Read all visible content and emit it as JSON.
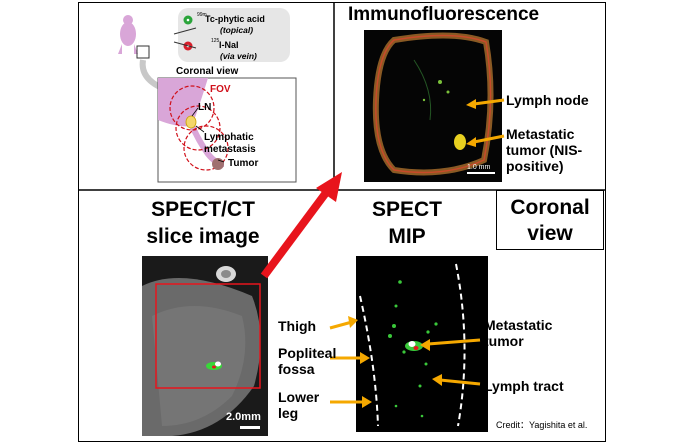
{
  "schematic": {
    "tracer1_label": "Tc-phytic acid",
    "tracer1_isotope": "99m",
    "tracer1_route": "(topical)",
    "tracer2_label": "I-NaI",
    "tracer2_isotope": "125",
    "tracer2_route": "(via vein)",
    "view_title": "Coronal view",
    "fov_label": "FOV",
    "ln_label": "LN",
    "metastasis_label_1": "Lymphatic",
    "metastasis_label_2": "metastasis",
    "tumor_label": "Tumor"
  },
  "immuno": {
    "title": "Immunofluorescence",
    "lymph_node_label": "Lymph node",
    "metastatic_label_1": "Metastatic",
    "metastatic_label_2": "tumor (NIS-",
    "metastatic_label_3": "positive)",
    "scale_label": "1.0 mm"
  },
  "spectct": {
    "title_1": "SPECT/CT",
    "title_2": "slice image",
    "scale_label": "2.0mm"
  },
  "spect_mip": {
    "title_1": "SPECT",
    "title_2": "MIP",
    "thigh_label": "Thigh",
    "popliteal_label_1": "Popliteal",
    "popliteal_label_2": "fossa",
    "lower_leg_label_1": "Lower",
    "lower_leg_label_2": "leg",
    "metastatic_label_1": "Metastatic",
    "metastatic_label_2": "tumor",
    "lymph_tract_label": "Lymph tract"
  },
  "coronal_box": {
    "line_1": "Coronal",
    "line_2": "view"
  },
  "credit": "Credit：Yagishita et al.",
  "colors": {
    "arrow_orange": "#f5a800",
    "red_arrow": "#e8141c",
    "fov_red": "#d0101a",
    "mouse_pink": "#d9a6d8"
  }
}
